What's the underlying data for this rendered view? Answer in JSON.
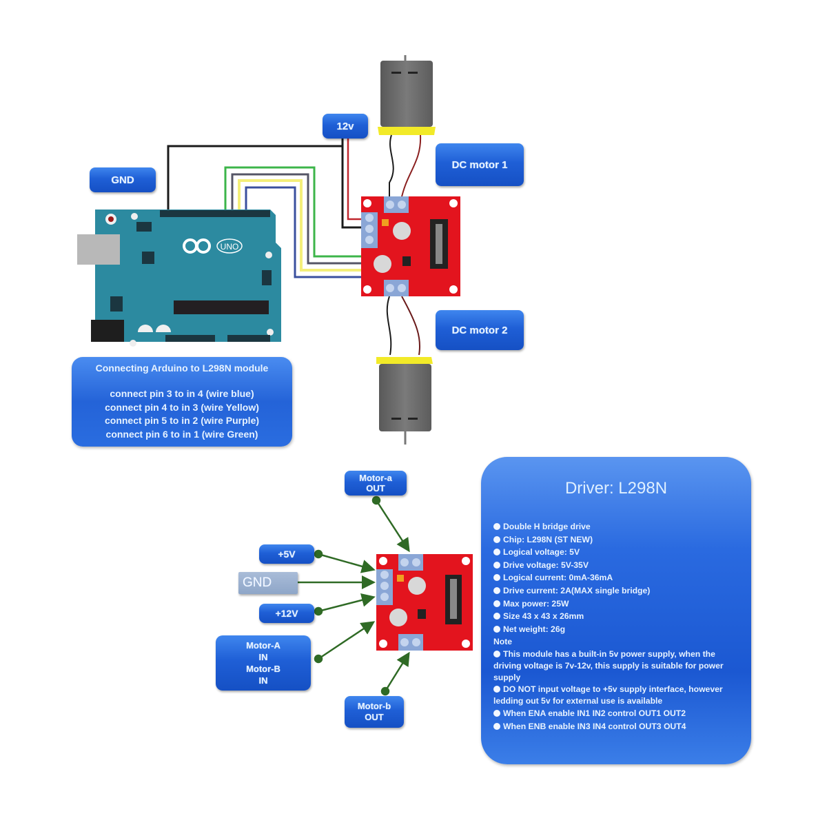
{
  "diagram": {
    "top_section": {
      "labels": {
        "gnd": "GND",
        "v12": "12v",
        "dc_motor_1": "DC motor 1",
        "dc_motor_2": "DC motor 2"
      },
      "arduino_board": "Arduino UNO",
      "connection_box": {
        "title": "Connecting Arduino to L298N module",
        "lines": [
          "connect pin 3 to in 4 (wire blue)",
          "connect pin 4 to in 3 (wire Yellow)",
          "connect pin 5 to in 2 (wire Purple)",
          "connect pin 6 to in 1 (wire Green)"
        ]
      },
      "wire_colors": {
        "green": "#3cb54a",
        "purple": "#555566",
        "yellow": "#f4ef7a",
        "blue": "#3a4f9e",
        "black": "#1a1a1a",
        "red": "#c0262d"
      }
    },
    "bottom_section": {
      "pin_labels": {
        "motor_a_out": [
          "Motor-a",
          "OUT"
        ],
        "plus_5v": "+5V",
        "gnd": "GND",
        "plus_12v": "+12V",
        "motor_in": [
          "Motor-A",
          "IN",
          "Motor-B",
          "IN"
        ],
        "motor_b_out": [
          "Motor-b",
          "OUT"
        ]
      },
      "driver_box": {
        "title": "Driver: L298N",
        "specs": [
          "Double H bridge drive",
          "Chip: L298N (ST NEW)",
          "Logical voltage: 5V",
          "Drive voltage: 5V-35V",
          "Logical current: 0mA-36mA",
          "Drive current: 2A(MAX single bridge)",
          "Max power: 25W",
          "Size 43 x 43 x 26mm",
          "Net weight: 26g"
        ],
        "note_heading": "Note",
        "notes": [
          "This module has a built-in 5v power supply, when the driving voltage is 7v-12v, this supply is suitable for power supply",
          "DO NOT input voltage to +5v supply interface, however ledding out 5v for external use is available",
          "When ENA enable IN1 IN2 control OUT1 OUT2",
          "When ENB enable IN3 IN4 control OUT3 OUT4"
        ]
      }
    },
    "colors": {
      "label_blue": "#1f5fd6",
      "board_red": "#e3141e",
      "arduino_teal": "#2c8aa0",
      "arrow_green": "#2f6a25",
      "motor_grey": "#6e6e6e",
      "motor_cap_yellow": "#f2ea28"
    }
  }
}
